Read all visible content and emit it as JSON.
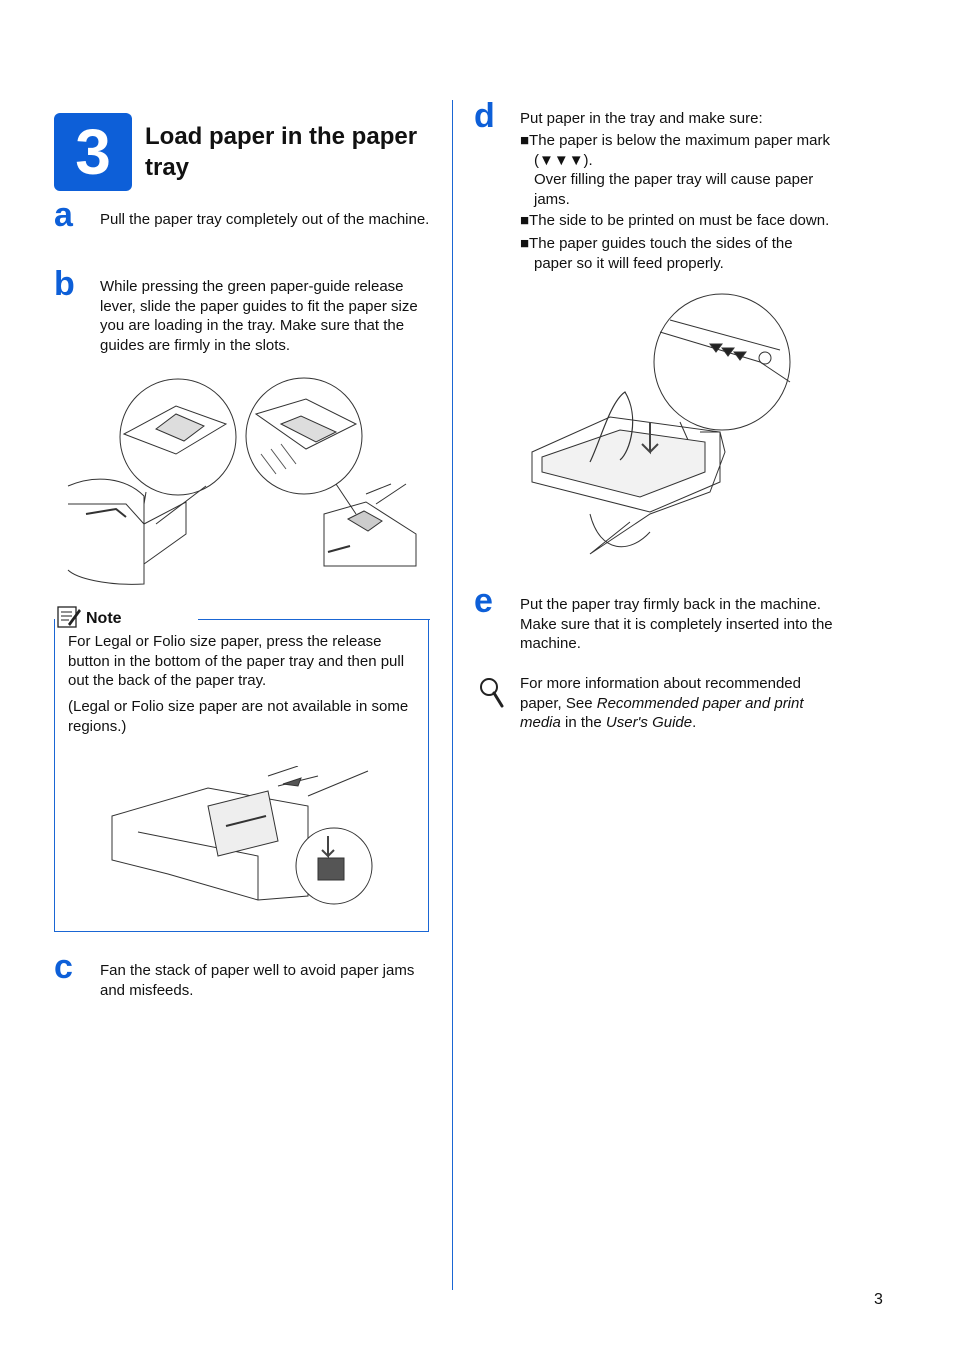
{
  "step": {
    "number": "3",
    "title": "Load paper in the paper tray"
  },
  "steps": {
    "a": {
      "letter": "a",
      "text": "Pull the paper tray completely out of the machine."
    },
    "b": {
      "letter": "b",
      "text": "While pressing the green paper-guide release lever, slide the paper guides to fit the paper size you are loading in the tray. Make sure that the guides are firmly in the slots."
    },
    "c": {
      "letter": "c",
      "text": "Fan the stack of paper well to avoid paper jams and misfeeds."
    },
    "d": {
      "letter": "d",
      "intro": "Put paper in the tray and make sure:",
      "bullet1_line1": "■The paper is below the maximum paper mark",
      "bullet1_line2": "(▼▼▼).",
      "bullet1_line3": "Over filling the paper tray will cause paper",
      "bullet1_line4": "jams.",
      "bullet2": "■The side to be printed on must be face down.",
      "bullet3_line1": "■The paper guides touch the sides of the",
      "bullet3_line2": "paper so it will feed properly."
    },
    "e": {
      "letter": "e",
      "text": "Put the paper tray firmly back in the machine. Make sure that it is completely inserted into the machine."
    }
  },
  "note": {
    "label": "Note",
    "text1": "For Legal or Folio size paper, press the release button in the bottom of the paper tray and then pull out the back of the paper tray.",
    "text2": "(Legal or Folio size paper are not available in some regions.)"
  },
  "reference": {
    "prefix": "For more information about recommended paper, See ",
    "italic1": "Recommended paper and print media",
    "middle": " in the ",
    "italic2": "User's Guide",
    "suffix": "."
  },
  "page_number": "3",
  "colors": {
    "accent": "#0d5fd8",
    "rule": "#1a66d4"
  },
  "icons": [
    "pencil-note-icon",
    "magnifier-icon"
  ]
}
